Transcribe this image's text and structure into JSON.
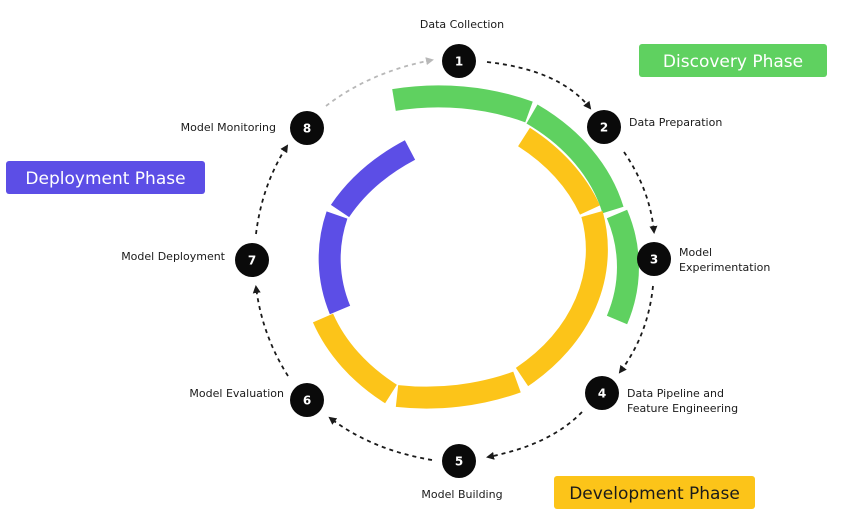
{
  "colors": {
    "discovery": "#5fd160",
    "development": "#fcc419",
    "deployment": "#5c4ee6",
    "node_fill": "#0a0a0a",
    "arrow": "#1a1a1a",
    "arrow_faded": "#b8b8b8"
  },
  "phases": {
    "discovery": {
      "label": "Discovery Phase"
    },
    "development": {
      "label": "Development Phase"
    },
    "deployment": {
      "label": "Deployment Phase"
    }
  },
  "steps": [
    {
      "number": "1",
      "label_lines": [
        "Data Collection"
      ]
    },
    {
      "number": "2",
      "label_lines": [
        "Data Preparation"
      ]
    },
    {
      "number": "3",
      "label_lines": [
        "Model",
        "Experimentation"
      ]
    },
    {
      "number": "4",
      "label_lines": [
        "Data Pipeline and",
        "Feature Engineering"
      ]
    },
    {
      "number": "5",
      "label_lines": [
        "Model Building"
      ]
    },
    {
      "number": "6",
      "label_lines": [
        "Model Evaluation"
      ]
    },
    {
      "number": "7",
      "label_lines": [
        "Model Deployment"
      ]
    },
    {
      "number": "8",
      "label_lines": [
        "Model Monitoring"
      ]
    }
  ]
}
